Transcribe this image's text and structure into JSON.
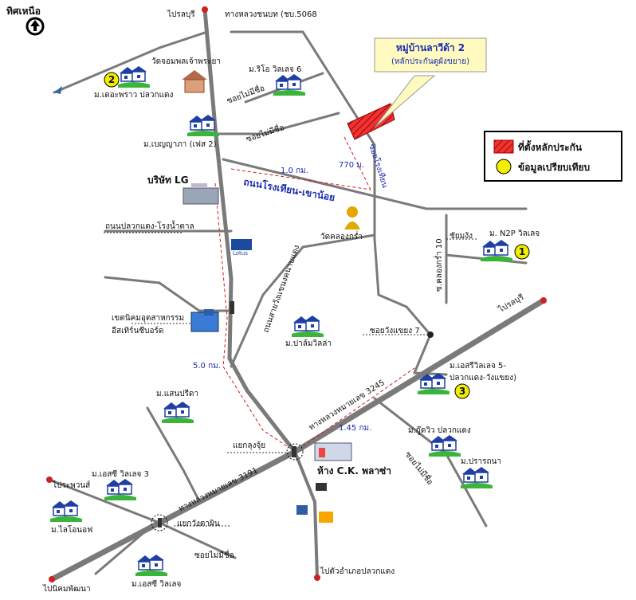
{
  "compass": {
    "label": "ทิศเหนือ"
  },
  "callout": {
    "line1": "หมู่บ้านลาวีด้า 2",
    "line2": "(หลักประกันตูผังขยาย)"
  },
  "legend": {
    "item1": "ที่ตั้งหลักประกัน",
    "item2": "ข้อมูลเปรียบเทียบ"
  },
  "markers": {
    "m1": "1",
    "m2": "2",
    "m3": "3"
  },
  "labels": {
    "plaeng_yao_top": "ไปรลบุรี",
    "hwy_chonbot": "ทางหลวงชนบท (ชบ.5068",
    "wat_jom": "วัดจอมพลเจ้าพระยา",
    "ban_daeng": "ม.เดอะพราว ปลวกแดง",
    "rio_village": "ม.ริโอ วิลเลจ 6",
    "soi_noname1": "ซอยไม่มีชื่อ",
    "soi_noname2": "ซอยไม่มีชื่อ",
    "benyapa": "ม.เบญญาภา (เฟส 2)",
    "dist_10": "1.0 กม.",
    "dist_770": "770 ม.",
    "soi_rongtian": "ซอยโรงเทียน",
    "lg": "บริษัท LG",
    "rd_rongtian": "ถนนโรงเทียน-เขาน้อย",
    "rd_plaeng": "ถนนปลวกแดง-โรงน้ำตาล",
    "wat_khlong": "วัดคลองกร่ำ",
    "soi_khlong10": "ซ.คลองกร่ำ 10",
    "kha_yom": "ชัยมงัง",
    "n2p": "ม. N2P วิลเลจ",
    "tesco": "Lotus",
    "soi_wangcheng": "ถนนสายวังแขนงคนาบแดง",
    "estate1": "เขตนิคมอุตสาหกรรม",
    "estate2": "อีสเทิร์นซีบอร์ด",
    "pasm": "ม.ปาล์มวิลล่า",
    "plaeng_yao_right": "ไปรลบุรี",
    "soi_wangcheng7": "ซอยวังแขยง 7",
    "dist_50": "5.0 กม.",
    "hwy_3245": "ทางหลวงหมายเลข 3245",
    "esri5a": "ม.เอสรีวิลเลจ 5-",
    "esri5b": "ปลวกแดง-วังแขยง)",
    "ban_phanthip": "ม.แสนปรีดา",
    "dist_145": "1.45 กม.",
    "kutwiw": "ม.กู๊ดวิว ปลวกแดง",
    "prathana": "ม.ปรารถนา",
    "soi_noname3": "ซอยไม่มีชื่อ",
    "yaek_lungjun": "แยกลุงจุ้ย",
    "ck_plaza": "ห้าง C.K. พลาซ่า",
    "esri3": "ม.เอสซี วิลเลจ 3",
    "to_sattahip": "ไประพวนส์",
    "hwy_3191": "ทางหลวงหมายเลข 3191",
    "lifeoff": "ม.ไลโอนอฟ",
    "yaek_wangtan": "แยกวังตาผิน",
    "soi_noname4": "ซอยไม่มีชื่อ",
    "esri_bottom": "ม.เอสซี วิลเลจ",
    "to_nikhom": "ไปนิคมพัฒนา",
    "to_amphoe": "ไปตัวอำเภอปลวกแดง"
  }
}
